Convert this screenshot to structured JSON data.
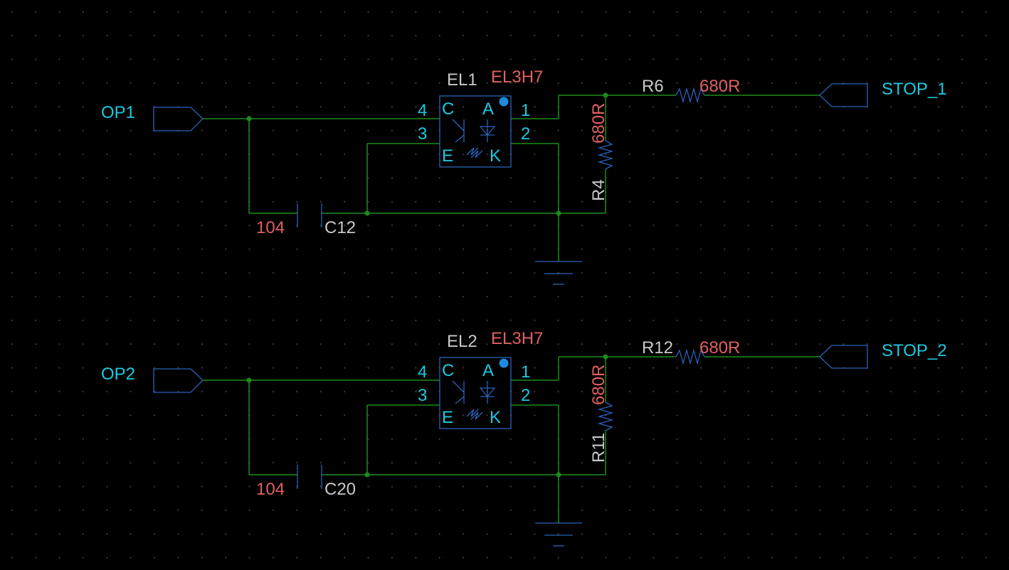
{
  "circuit_1": {
    "input_port": "OP1",
    "output_port": "STOP_1",
    "optocoupler": {
      "designator": "EL1",
      "part": "EL3H7",
      "pin_c": "C",
      "pin_e": "E",
      "pin_a": "A",
      "pin_k": "K",
      "pin_1": "1",
      "pin_2": "2",
      "pin_3": "3",
      "pin_4": "4"
    },
    "capacitor": {
      "designator": "C12",
      "value": "104"
    },
    "series_resistor": {
      "designator": "R6",
      "value": "680R"
    },
    "pulldown_resistor": {
      "designator": "R4",
      "value": "680R"
    }
  },
  "circuit_2": {
    "input_port": "OP2",
    "output_port": "STOP_2",
    "optocoupler": {
      "designator": "EL2",
      "part": "EL3H7",
      "pin_c": "C",
      "pin_e": "E",
      "pin_a": "A",
      "pin_k": "K",
      "pin_1": "1",
      "pin_2": "2",
      "pin_3": "3",
      "pin_4": "4"
    },
    "capacitor": {
      "designator": "C20",
      "value": "104"
    },
    "series_resistor": {
      "designator": "R12",
      "value": "680R"
    },
    "pulldown_resistor": {
      "designator": "R11",
      "value": "680R"
    }
  },
  "colors": {
    "wire": "#1c8c1c",
    "symbol": "#2a62b8",
    "net_label": "#1ec8e0",
    "value": "#e06060",
    "designator": "#c8c8c8"
  }
}
